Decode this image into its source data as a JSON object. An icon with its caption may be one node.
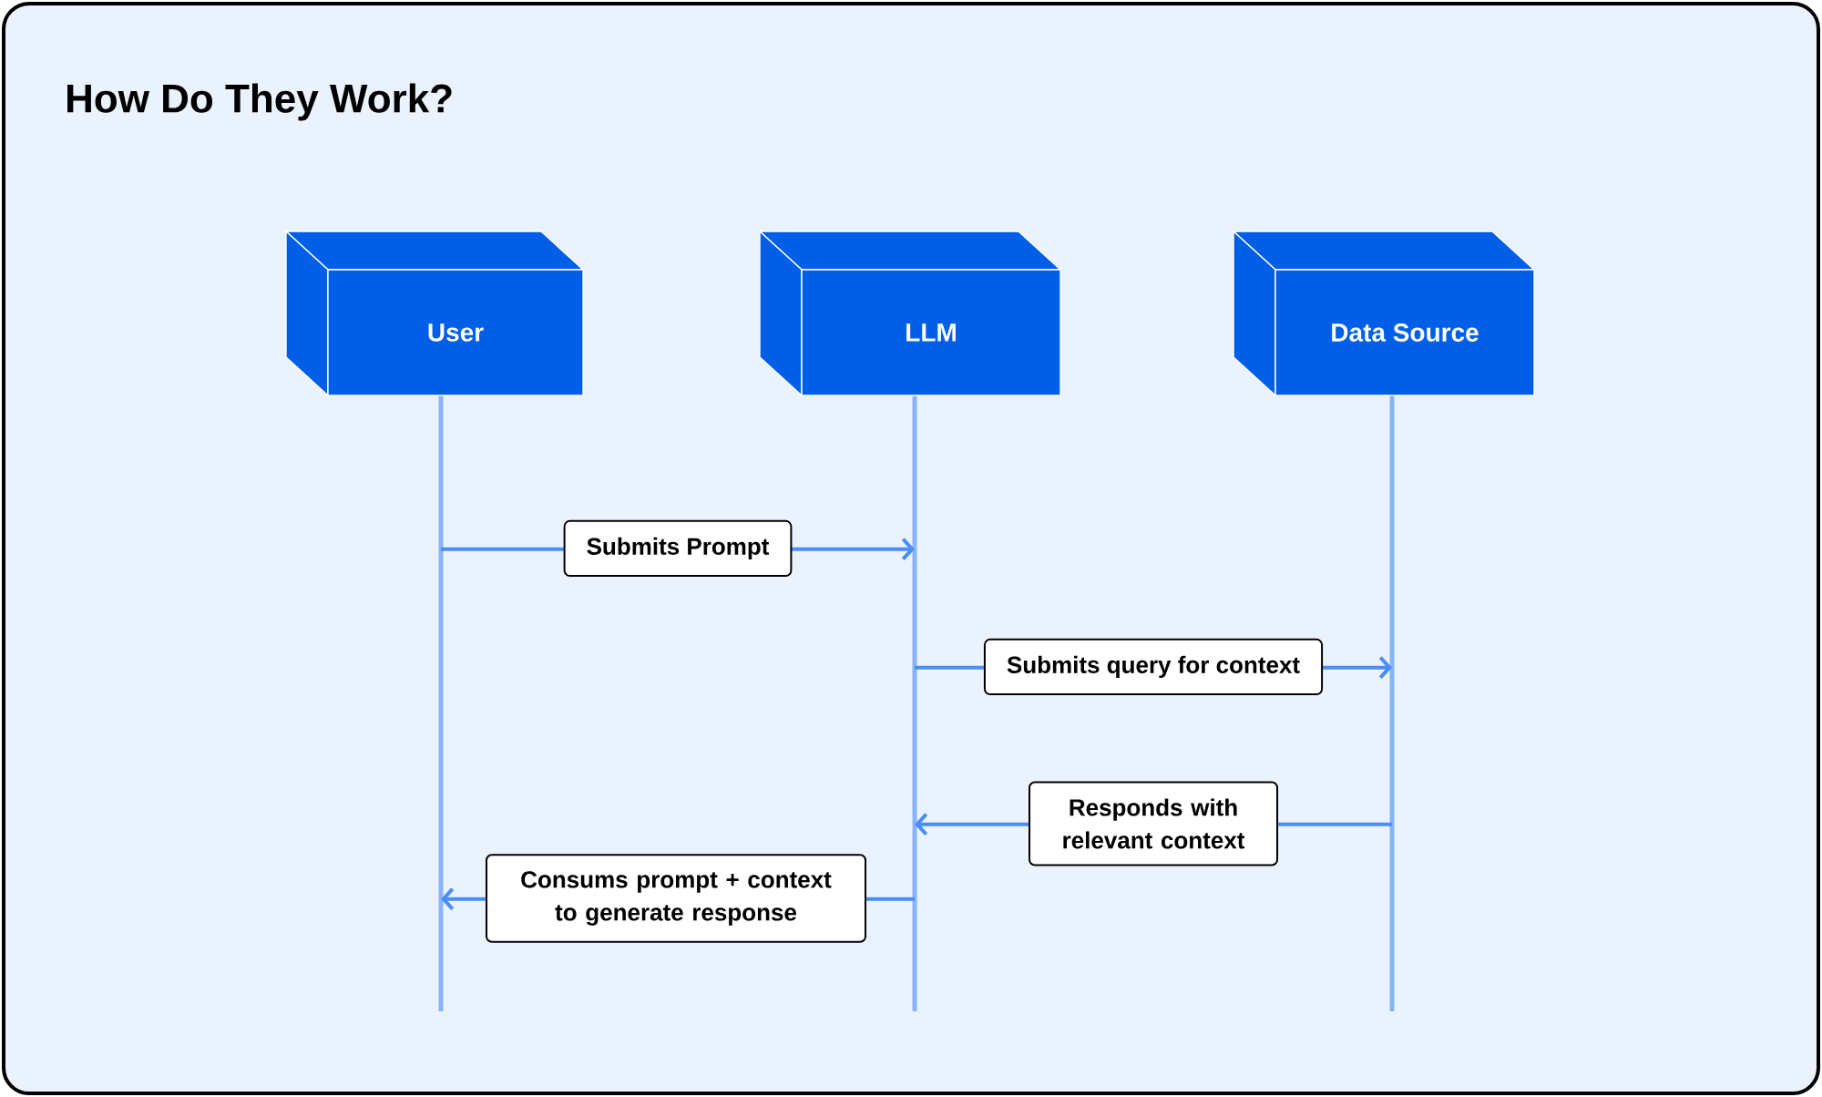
{
  "diagram": {
    "title": "How Do They Work?",
    "nodes": [
      {
        "text": [
          "User"
        ]
      },
      {
        "text": [
          "LLM"
        ]
      },
      {
        "text": [
          "Data Source"
        ]
      }
    ],
    "edges": [
      {
        "from": 0,
        "to": 1,
        "arrow": "to",
        "label": "Submits Prompt"
      },
      {
        "from": 1,
        "to": 2,
        "arrow": "to",
        "label": "Submits query for context"
      },
      {
        "from": 2,
        "to": 1,
        "arrow": "to",
        "label": "Responds with relevant context"
      },
      {
        "from": 1,
        "to": 0,
        "arrow": "to",
        "label": "Consums prompt + context to generate response"
      }
    ]
  }
}
